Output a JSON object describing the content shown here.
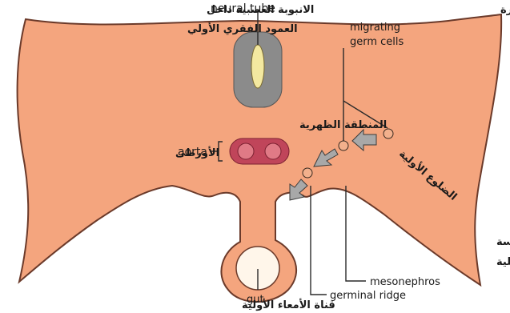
{
  "colors": {
    "embryo_fill": "#f4a57e",
    "embryo_stroke": "#6b3a2a",
    "neural_tube_grey": "#8b8b8b",
    "neural_tube_center": "#f3e8a0",
    "aorta_fill": "#c0455a",
    "aorta_inner": "#e07a86",
    "gut_fill": "#fff6ea",
    "germ_cell_fill": "#f2b08c",
    "arrow_fill": "#a8a8a8"
  },
  "labels": {
    "neural_tube_en": "neural tube",
    "neural_tube_ar_1": "الانبوبة العصبية داخل",
    "neural_tube_ar_2": "العمود الفقري الأولي",
    "migrating_ar": "الخلايا التناسلية المهاجرة",
    "migrating_en_1": "migrating",
    "migrating_en_2": "germ cells",
    "dorsal_region_ar": "المنطقة الظهرية",
    "aorta_en": "aorta",
    "aorta_ar": "الأورطى",
    "primary_ribs_ar": "الضلوع الأولية",
    "mesonephros_ar_1": "الحدبة البوتيسة",
    "mesonephros_ar_2": "والحدبة التناسلية",
    "mesonephros_en": "mesonephros",
    "germinal_ridge_en": "germinal ridge",
    "gut_en": "gut",
    "gut_ar": "قناة الأمعاء الأولية"
  }
}
